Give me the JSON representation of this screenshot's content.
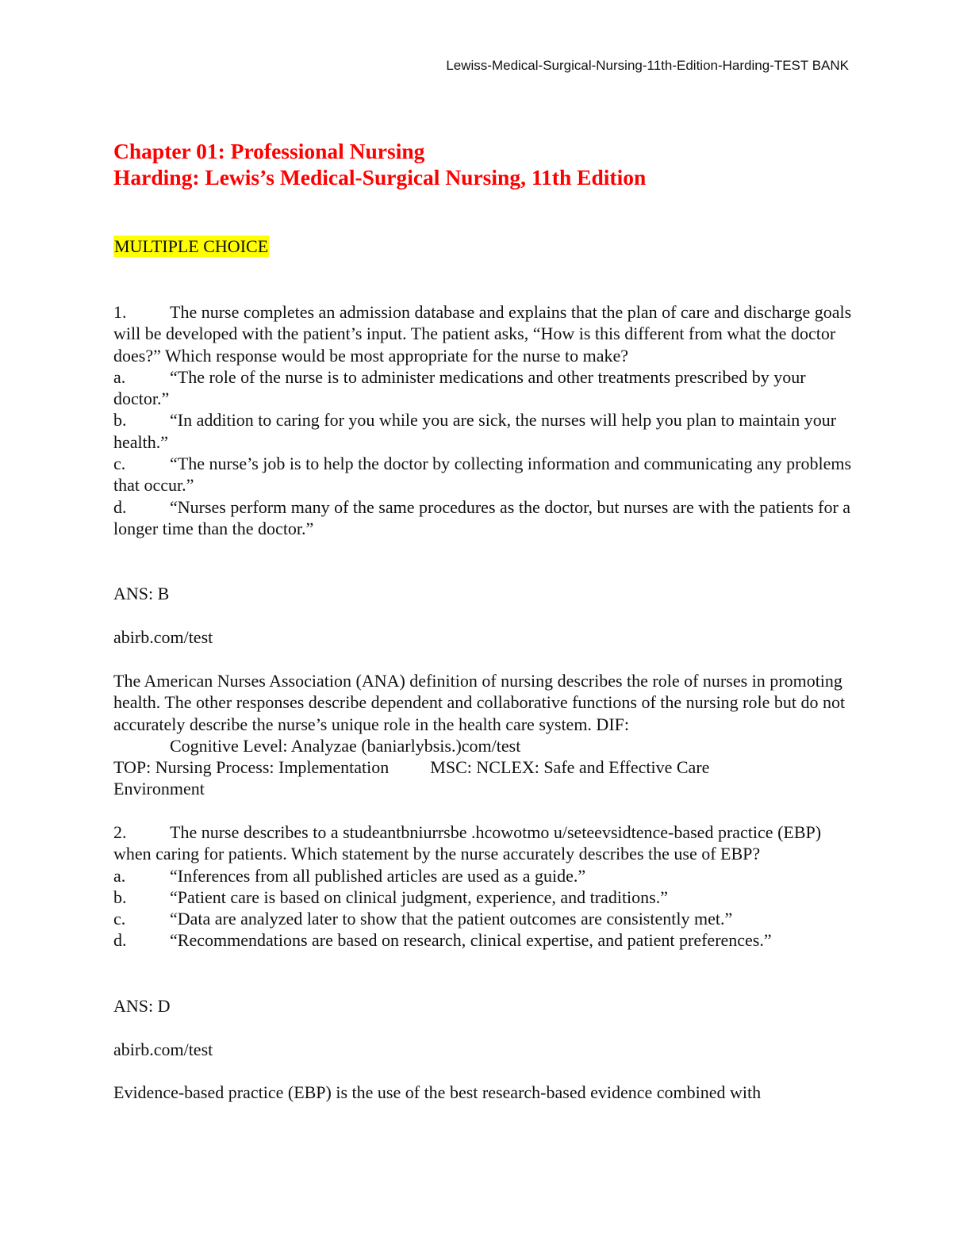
{
  "header": {
    "running_title": "Lewiss-Medical-Surgical-Nursing-11th-Edition-Harding-TEST BANK"
  },
  "titles": {
    "chapter": "Chapter 01: Professional Nursing",
    "book": "Harding: Lewis’s Medical-Surgical Nursing, 11th Edition"
  },
  "section": {
    "label": "MULTIPLE CHOICE"
  },
  "q1": {
    "number": "1.",
    "stem_line1": "The nurse completes an admission database and explains that the plan of care and",
    "stem_rest": "discharge goals will be developed with the patient’s input. The patient asks, “How is this different from what the doctor does?” Which response would be most appropriate for the nurse to make?",
    "options": [
      {
        "letter": "a.",
        "line1": "“The role of the nurse is to administer medications and other treatments prescribed by",
        "rest": "your doctor.”"
      },
      {
        "letter": "b.",
        "line1": "“In addition to caring for you while you are sick, the nurses will help you plan to",
        "rest": "maintain your health.”"
      },
      {
        "letter": "c.",
        "line1": "“The nurse’s job is to help the doctor by collecting information and communicating any",
        "rest": "problems that occur.”"
      },
      {
        "letter": "d.",
        "line1": "“Nurses perform many of the same procedures as the doctor, but nurses are with the",
        "rest": "patients for a longer time than the doctor.”"
      }
    ],
    "answer": "ANS: B",
    "watermark": "abirb.com/test",
    "rationale": "The American Nurses Association (ANA) definition of nursing describes the role of nurses in promoting health. The other responses describe dependent and collaborative functions of the nursing role but do not accurately describe the nurse’s unique role in the health care system. DIF:",
    "cognitive": "Cognitive Level: Analyzae (baniarlybsis.)com/test",
    "top": "TOP: Nursing Process: Implementation",
    "msc_line1": "MSC: NCLEX: Safe and Effective Care",
    "msc_line2": "Environment"
  },
  "q2": {
    "number": "2.",
    "stem_line1": "The nurse describes to a studeantbniurrsbe .hcowotmo u/seteevsidtence-based practice",
    "stem_rest": "(EBP) when caring for patients. Which statement by the nurse accurately describes the use of EBP?",
    "options": [
      {
        "letter": "a.",
        "text": "“Inferences from all published articles are used as a guide.”"
      },
      {
        "letter": "b.",
        "text": "“Patient care is based on clinical judgment, experience, and traditions.”"
      },
      {
        "letter": "c.",
        "text": "“Data are analyzed later to show that the patient outcomes are consistently met.”"
      },
      {
        "letter": "d.",
        "text": "“Recommendations are based on research, clinical expertise, and patient preferences.”"
      }
    ],
    "answer": "ANS: D",
    "watermark": "abirb.com/test",
    "rationale_start": "Evidence-based practice (EBP) is the use of the best research-based evidence combined with"
  }
}
